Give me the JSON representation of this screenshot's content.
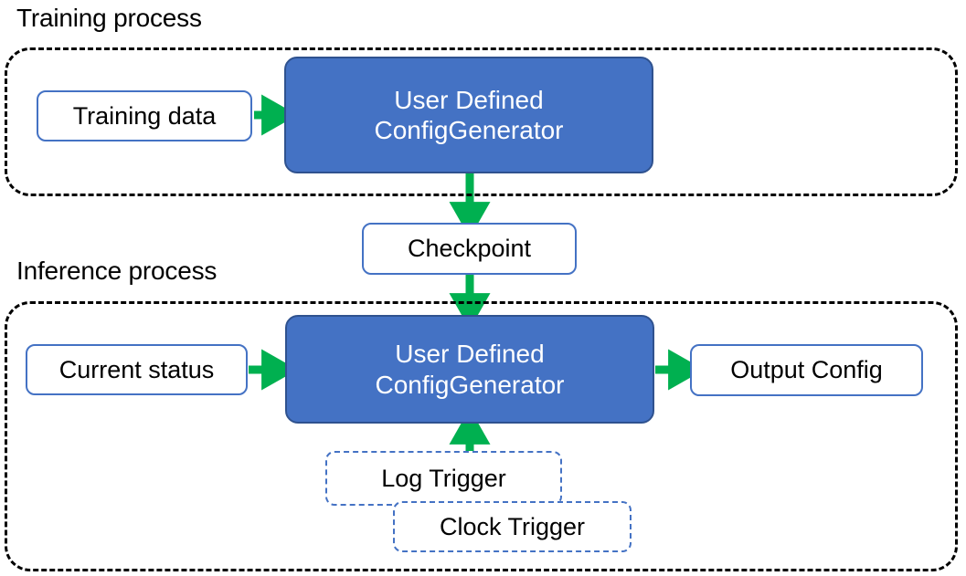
{
  "diagram": {
    "title_training": "Training process",
    "title_inference": "Inference process",
    "colors": {
      "process_fill": "#4472C4",
      "process_stroke": "#2F528F",
      "node_stroke": "#4472C4",
      "arrow": "#00B050",
      "group_stroke": "#000000",
      "trigger_stroke": "#4472C4",
      "text_dark": "#000000",
      "text_light": "#FFFFFF",
      "background": "#FFFFFF"
    },
    "training": {
      "input": {
        "label": "Training data"
      },
      "process": {
        "line1": "User Defined",
        "line2": "ConfigGenerator"
      }
    },
    "checkpoint": {
      "label": "Checkpoint"
    },
    "inference": {
      "input": {
        "label": "Current status"
      },
      "process": {
        "line1": "User Defined",
        "line2": "ConfigGenerator"
      },
      "output": {
        "label": "Output Config"
      },
      "triggers": [
        {
          "label": "Log Trigger"
        },
        {
          "label": "Clock Trigger"
        }
      ]
    }
  }
}
